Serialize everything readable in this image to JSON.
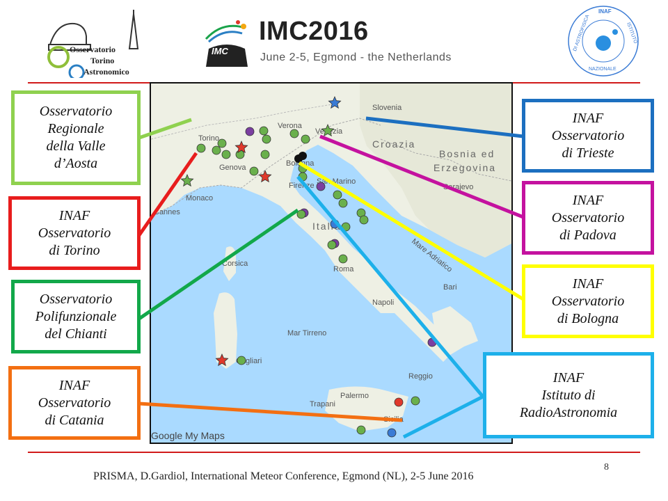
{
  "header": {
    "title": "IMC2016",
    "subtitle": "June 2-5, Egmond - the Netherlands",
    "logo_left_text": [
      "Osservatorio",
      "Torino",
      "Astronomico"
    ],
    "logo_center_text": "IMC",
    "logo_right_text": [
      "ISTITUTO",
      "NAZIONALE",
      "DI ASTROFISICA",
      "INAF"
    ]
  },
  "map": {
    "attribution": "Google My Maps",
    "labels": {
      "slovenia": "Slovenia",
      "croazia": "Croazia",
      "bosnia": "Bosnia ed",
      "erzegovina": "Erzegovina",
      "sarajevo": "Sarajevo",
      "italia": "Italia",
      "torino": "Torino",
      "genova": "Genova",
      "monaco": "Monaco",
      "cannes": "Cannes",
      "verona": "Verona",
      "venezia": "Venezia",
      "bologna": "Bologna",
      "firenze": "Firenze",
      "sanmarino": "San Marino",
      "corsica": "Corsica",
      "roma": "Roma",
      "bari": "Bari",
      "napoli": "Napoli",
      "mar_adriatico": "Mare Adriatico",
      "mar_tirreno": "Mar Tirreno",
      "palermo": "Palermo",
      "trapani": "Trapani",
      "reggio": "Reggio",
      "sicilia": "Sicilia",
      "cagliari": "Cagliari"
    }
  },
  "boxes": {
    "aosta": [
      "Osservatorio",
      "Regionale",
      "della Valle",
      "d’Aosta"
    ],
    "torino": [
      "INAF",
      "Osservatorio",
      "di Torino"
    ],
    "chianti": [
      "Osservatorio",
      "Polifunzionale",
      "del Chianti"
    ],
    "catania": [
      "INAF",
      "Osservatorio",
      "di Catania"
    ],
    "trieste": [
      "INAF",
      "Osservatorio",
      "di Trieste"
    ],
    "padova": [
      "INAF",
      "Osservatorio",
      "di Padova"
    ],
    "bologna": [
      "INAF",
      "Osservatorio",
      "di Bologna"
    ],
    "ira": [
      "INAF",
      "Istituto di",
      "RadioAstronomia"
    ]
  },
  "colors": {
    "aosta": "#8fd14f",
    "torino": "#e81d1d",
    "chianti": "#12a84a",
    "catania": "#f36f12",
    "trieste": "#1c6fc0",
    "padova": "#c4129f",
    "bologna": "#ffff00",
    "ira": "#1db0ea",
    "rule": "#d11a1a",
    "marker_green": "#6ab04c",
    "marker_purple": "#7b3fa0",
    "marker_red": "#e0382b",
    "marker_blue": "#3a7bd5"
  },
  "footer": {
    "text": "PRISMA, D.Gardiol, International Meteor Conference, Egmond (NL), 2-5 June 2016",
    "page": "8"
  }
}
